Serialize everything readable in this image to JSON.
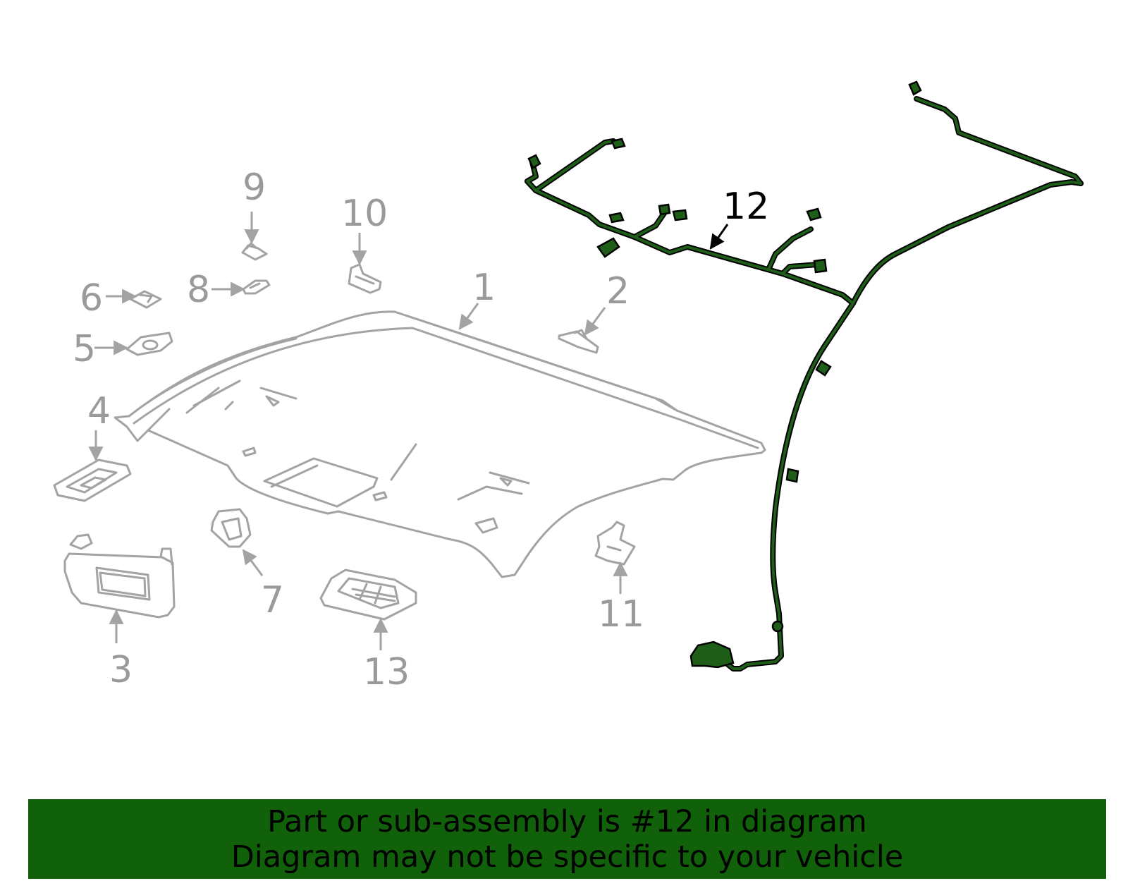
{
  "callouts": {
    "c1": "1",
    "c2": "2",
    "c3": "3",
    "c4": "4",
    "c5": "5",
    "c6": "6",
    "c7": "7",
    "c8": "8",
    "c9": "9",
    "c10": "10",
    "c11": "11",
    "c12": "12",
    "c13": "13"
  },
  "highlighted_part": "12",
  "colors": {
    "muted_part": "#a3a3a3",
    "highlight": "#1f5e18",
    "banner_bg": "#10610a"
  },
  "banner": {
    "line1": "Part or sub-assembly is #12 in diagram",
    "line2": "Diagram may not be specific to your vehicle"
  }
}
